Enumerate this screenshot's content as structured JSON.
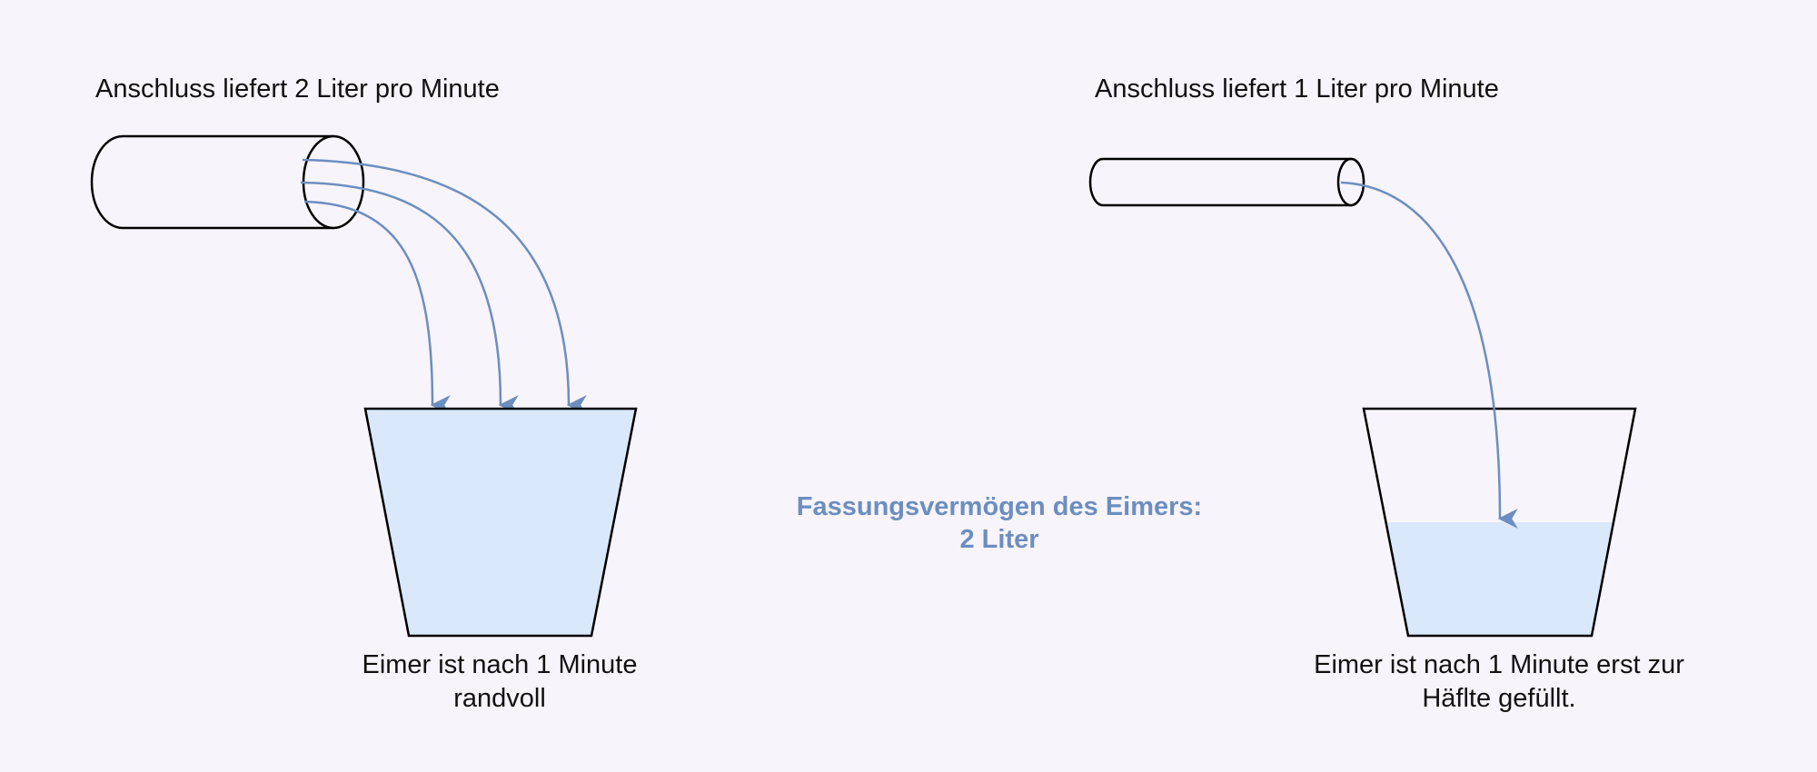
{
  "colors": {
    "background": "#f7f4fb",
    "outline": "#000000",
    "water_fill": "#dae8fc",
    "flow_arrow": "#6c8ebf",
    "capacity_text": "#6c8ebf"
  },
  "left_scenario": {
    "title": "Anschluss liefert 2 Liter pro Minute",
    "flow_rate_l_per_min": 2,
    "flow_arrows": 3,
    "bucket_fill_fraction": 1.0,
    "caption_line1": "Eimer ist nach 1 Minute",
    "caption_line2": "randvoll"
  },
  "right_scenario": {
    "title": "Anschluss liefert 1 Liter pro Minute",
    "flow_rate_l_per_min": 1,
    "flow_arrows": 1,
    "bucket_fill_fraction": 0.5,
    "caption_line1": "Eimer ist nach 1 Minute erst zur",
    "caption_line2": "Häflte gefüllt."
  },
  "capacity": {
    "line1": "Fassungsvermögen des Eimers:",
    "line2": "2 Liter"
  }
}
